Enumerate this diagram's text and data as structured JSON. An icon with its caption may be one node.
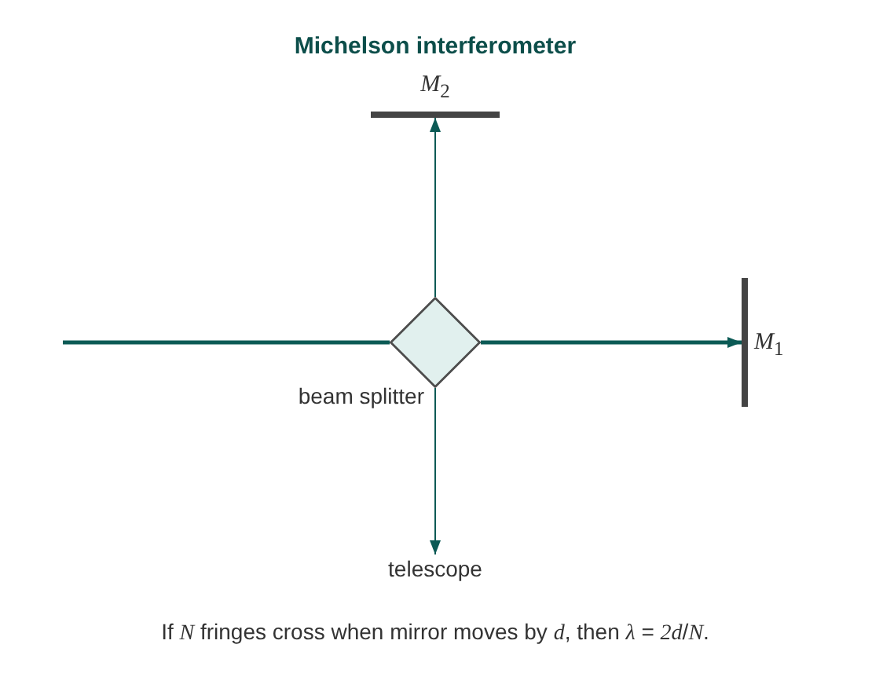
{
  "diagram": {
    "title": "Michelson interferometer",
    "caption": "If *N* fringes cross when mirror moves by *d*, then *λ* = *2d*/*N*.",
    "nodes": [
      {
        "text": [],
        "shape": "bar",
        "beside": [
          "*M*$_{2}$"
        ]
      },
      {
        "text": [],
        "shape": "diamond",
        "beside": [
          "beam splitter"
        ]
      },
      {
        "text": [],
        "shape": "bar",
        "beside": [
          "*M*$_{1}$"
        ]
      },
      {
        "text": [
          "telescope"
        ]
      }
    ],
    "edges": [
      {
        "from": null,
        "to": 1,
        "arrow": "none",
        "style": "thick"
      },
      {
        "from": 1,
        "to": 2,
        "arrow": "to",
        "style": "thick"
      },
      {
        "from": 1,
        "to": 0,
        "arrow": "to"
      },
      {
        "from": 1,
        "to": 3,
        "arrow": "to"
      }
    ]
  }
}
